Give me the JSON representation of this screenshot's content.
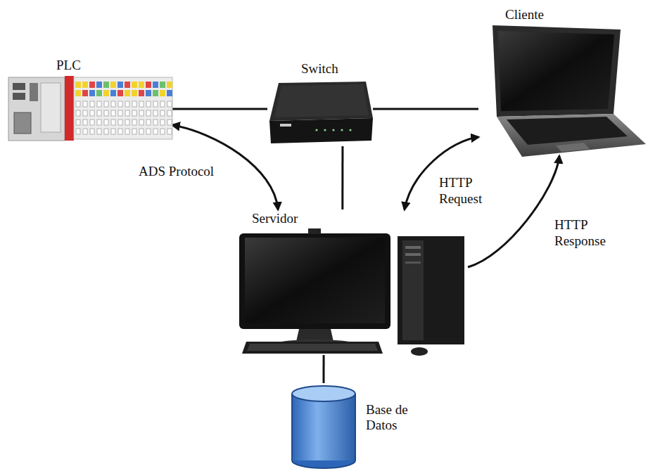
{
  "diagram": {
    "nodes": [
      {
        "text": [
          "PLC"
        ]
      },
      {
        "text": [
          "Switch"
        ]
      },
      {
        "text": [
          "Cliente"
        ]
      },
      {
        "text": [
          "Servidor"
        ]
      },
      {
        "text": [
          "Base de Datos"
        ]
      }
    ],
    "edges": [
      {
        "from": 0,
        "to": 1,
        "arrow": "none"
      },
      {
        "from": 1,
        "to": 2,
        "arrow": "none"
      },
      {
        "from": 1,
        "to": 3,
        "arrow": "none"
      },
      {
        "from": 3,
        "to": 4,
        "arrow": "none"
      },
      {
        "from": 0,
        "to": 3,
        "label": "ADS Protocol",
        "arrow": "both"
      },
      {
        "from": 2,
        "to": 3,
        "label": "HTTP Request",
        "arrow": "both"
      },
      {
        "from": 3,
        "to": 2,
        "label": "HTTP Response",
        "arrow": "to"
      }
    ]
  }
}
